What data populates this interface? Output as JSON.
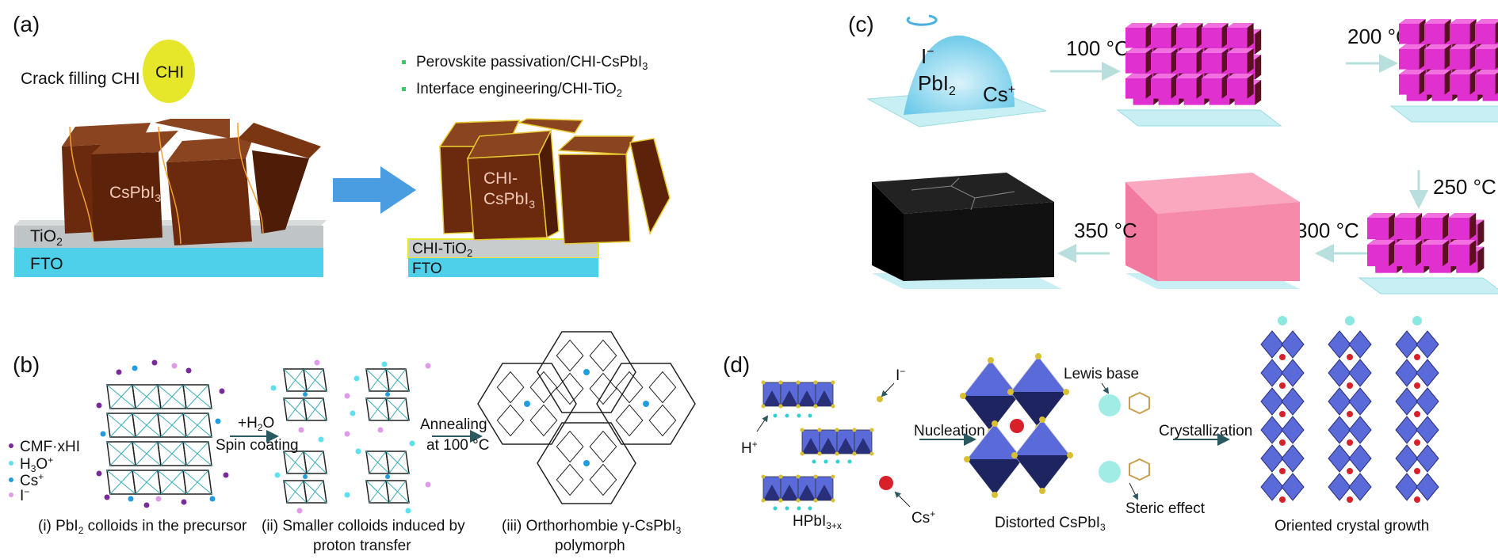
{
  "panel_a": {
    "label": "(a)",
    "crack_filling": "Crack filling CHI",
    "chi_ball": "CHI",
    "crystal_left": "CsPbI",
    "crystal_left_sub": "3",
    "tio2": "TiO",
    "tio2_sub": "2",
    "fto_left": "FTO",
    "bullets": [
      {
        "text": "Perovskite passivation/CHI-CsPbI",
        "sub": "3"
      },
      {
        "text": "Interface engineering/CHI-TiO",
        "sub": "2"
      }
    ],
    "crystal_right_1": "CHI-",
    "crystal_right_2": "CsPbI",
    "crystal_right_2_sub": "3",
    "chi_tio2": "CHI-TiO",
    "chi_tio2_sub": "2",
    "fto_right": "FTO",
    "colors": {
      "crystal": "#6b2a0e",
      "chi": "#e6e62a",
      "fto": "#4fd0ea",
      "arrow": "#4a9de0"
    }
  },
  "panel_b": {
    "label": "(b)",
    "legend": [
      {
        "text": "CMF·xHI",
        "color": "#7b2a9a"
      },
      {
        "text": "H",
        "sub": "3",
        "after": "O",
        "sup": "+",
        "color": "#5fe0f0"
      },
      {
        "text": "Cs",
        "sup": "+",
        "color": "#1f9de0"
      },
      {
        "text": "I",
        "sup": "−",
        "color": "#e09ae8"
      }
    ],
    "step1_top": "+H",
    "step1_top_sub": "2",
    "step1_top_after": "O",
    "step1_bottom": "Spin coating",
    "step2_top": "Annealing",
    "step2_bottom": "at 100 °C",
    "caption_i": "(i) PbI",
    "caption_i_sub": "2",
    "caption_i_after": " colloids in the precursor",
    "caption_ii_1": "(ii) Smaller colloids induced by",
    "caption_ii_2": "proton transfer",
    "caption_iii_1": "(iii) Orthorhombie γ-CsPbI",
    "caption_iii_sub": "3",
    "caption_iii_2": "polymorph"
  },
  "panel_c": {
    "label": "(c)",
    "iodide": "I",
    "iodide_sup": "−",
    "pbi2": "PbI",
    "pbi2_sub": "2",
    "cs": "Cs",
    "cs_sup": "+",
    "temps": [
      "100 °C",
      "200 °C",
      "250 °C",
      "300 °C",
      "350 °C"
    ],
    "colors": {
      "cube": "#e030d0",
      "film": "#f58aaa",
      "black_film": "#111111",
      "substrate": "#bfeef2"
    }
  },
  "panel_d": {
    "label": "(d)",
    "iodide": "I",
    "iodide_sup": "−",
    "proton": "H",
    "proton_sup": "+",
    "hpbi": "HPbI",
    "hpbi_sub": "3+x",
    "cs": "Cs",
    "cs_sup": "+",
    "nucleation": "Nucleation",
    "lewis_base": "Lewis base",
    "steric_effect": "Steric effect",
    "distorted": "Distorted CsPbI",
    "distorted_sub": "3",
    "crystallization": "Crystallization",
    "oriented": "Oriented crystal growth",
    "colors": {
      "octahedron": "#5a6ad8",
      "cs_ball": "#d8202a",
      "node": "#d8c030"
    }
  }
}
